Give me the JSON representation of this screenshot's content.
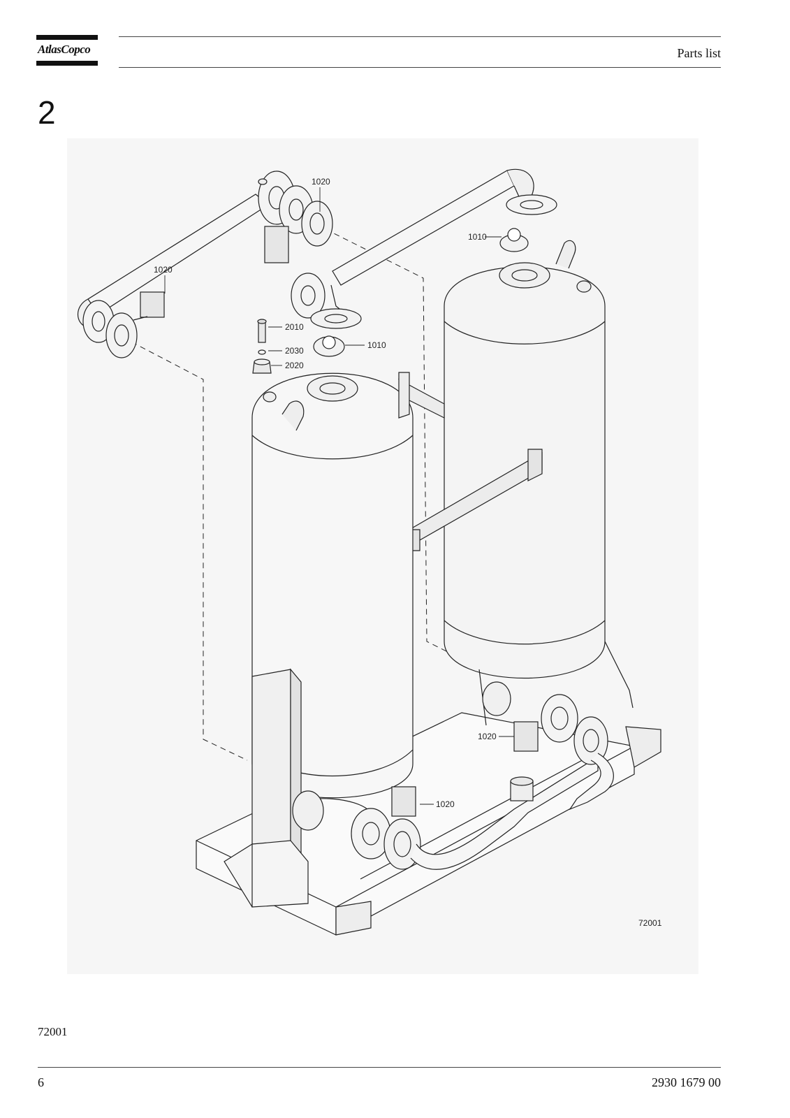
{
  "header": {
    "brand": "AtlasCopco",
    "section_label": "Parts list"
  },
  "section": {
    "number": "2"
  },
  "figure": {
    "image_id": "72001",
    "callouts": [
      {
        "id": "c1",
        "label": "1020"
      },
      {
        "id": "c2",
        "label": "1010"
      },
      {
        "id": "c3",
        "label": "1020"
      },
      {
        "id": "c4",
        "label": "2010"
      },
      {
        "id": "c5",
        "label": "2030"
      },
      {
        "id": "c6",
        "label": "2020"
      },
      {
        "id": "c7",
        "label": "1010"
      },
      {
        "id": "c8",
        "label": "1020"
      },
      {
        "id": "c9",
        "label": "1020"
      }
    ]
  },
  "caption": "72001",
  "footer": {
    "page_number": "6",
    "document_number": "2930 1679 00"
  }
}
